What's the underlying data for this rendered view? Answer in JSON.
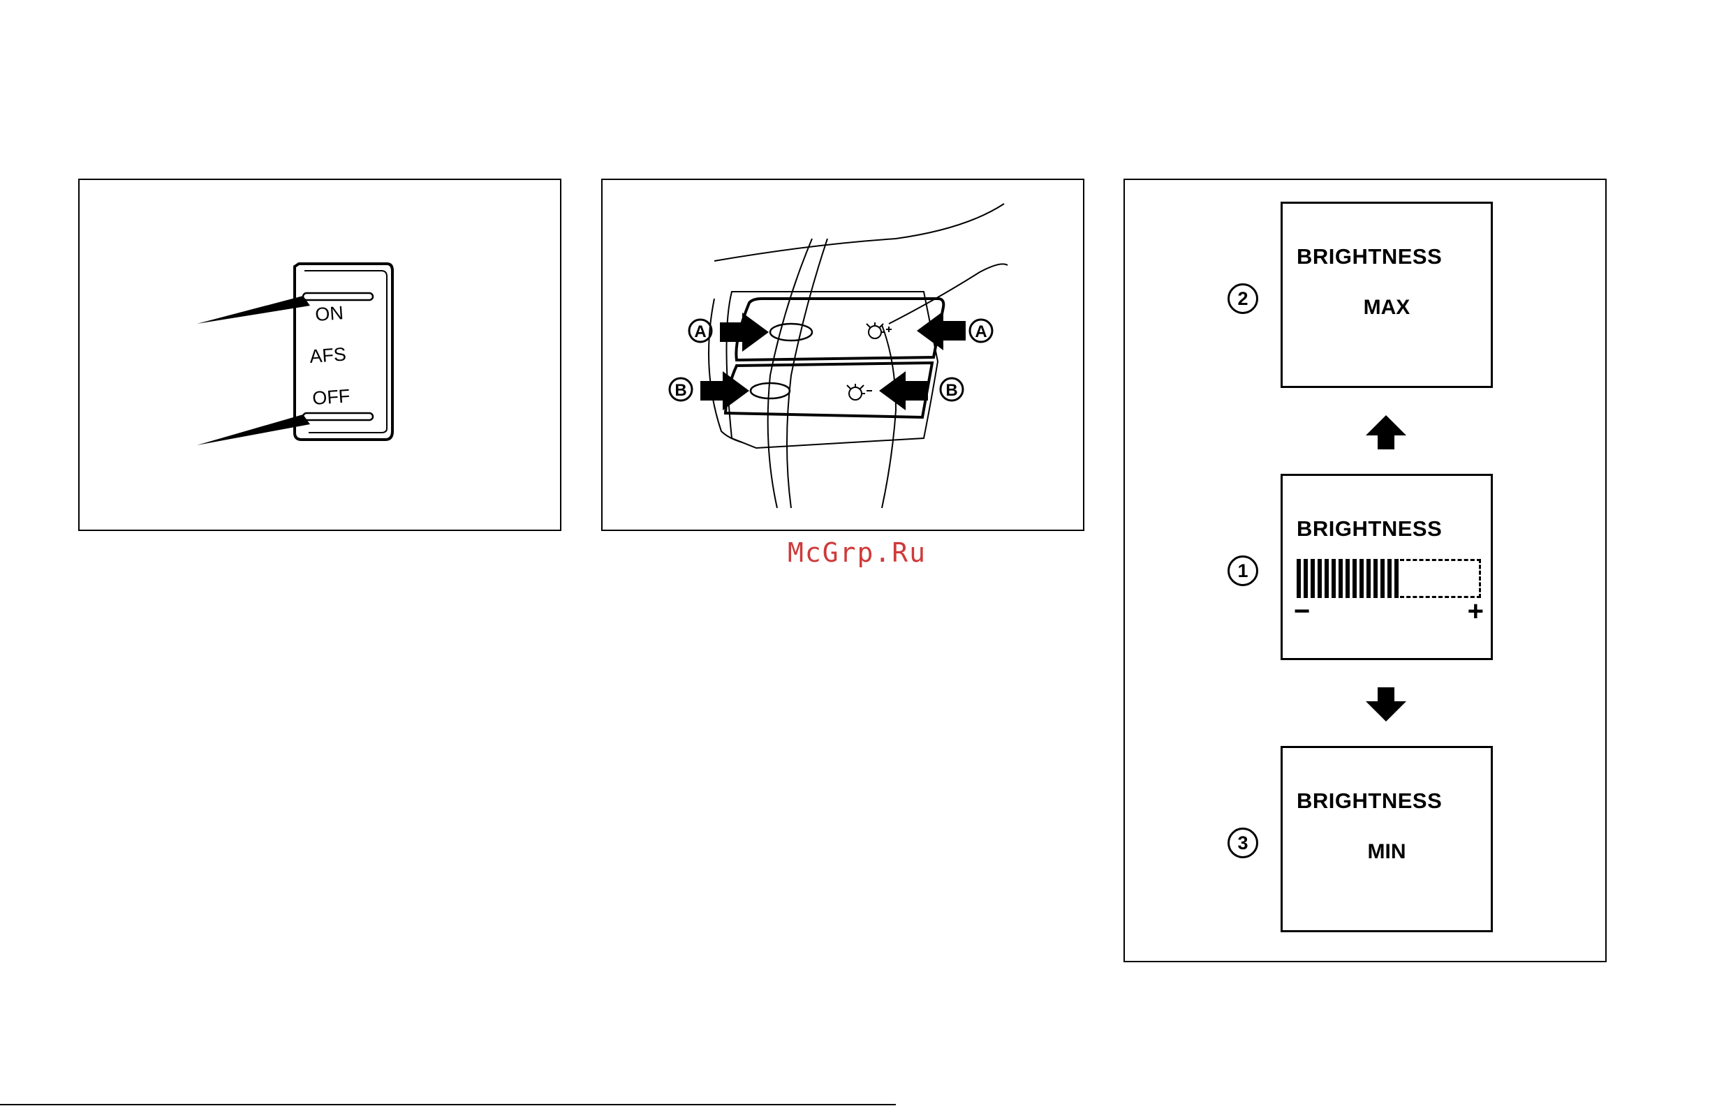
{
  "afs_switch": {
    "on_label": "ON",
    "name_label": "AFS",
    "off_label": "OFF"
  },
  "steering_switch": {
    "label_a": "A",
    "label_b": "B",
    "icon_plus": "illumination-plus-icon",
    "icon_minus": "illumination-minus-icon"
  },
  "brightness_display": {
    "screens": [
      {
        "marker": "2",
        "title": "BRIGHTNESS",
        "value": "MAX"
      },
      {
        "marker": "1",
        "title": "BRIGHTNESS",
        "bar_level": 0.56,
        "minus": "−",
        "plus": "+"
      },
      {
        "marker": "3",
        "title": "BRIGHTNESS",
        "value": "MIN"
      }
    ]
  },
  "watermark": "McGrp.Ru"
}
